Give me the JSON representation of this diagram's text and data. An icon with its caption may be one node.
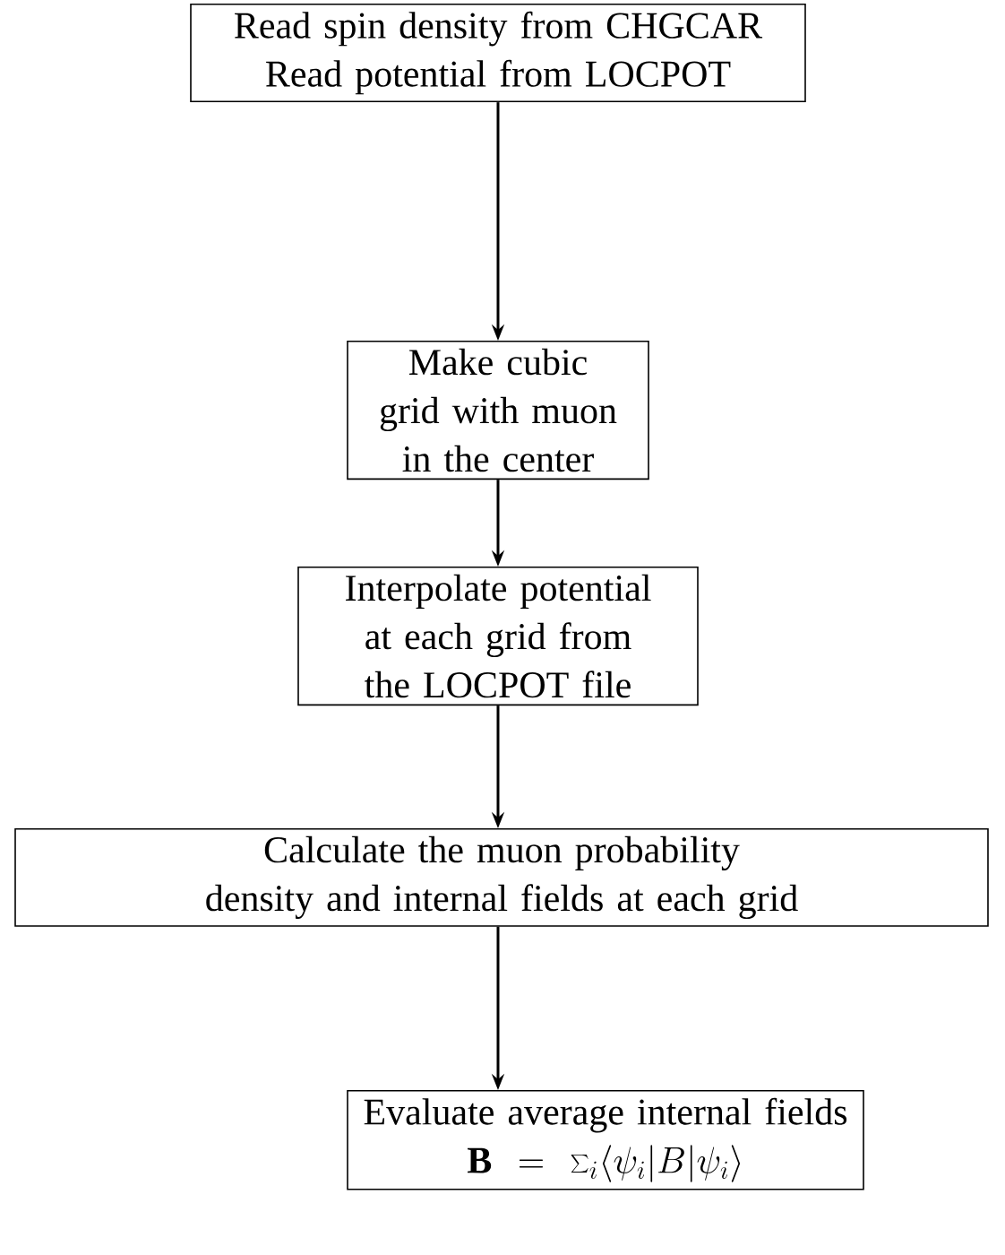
{
  "diagram": {
    "nodes": [
      {
        "text": [
          "Read spin density from CHGCAR",
          "Read potential from LOCPOT"
        ]
      },
      {
        "text": [
          "Make cubic grid with muon in the center"
        ]
      },
      {
        "text": [
          "Interpolate potential at each grid from the LOCPOT file"
        ]
      },
      {
        "text": [
          "Calculate the muon probability density and internal fields at each grid"
        ]
      },
      {
        "text": [
          "Evaluate average internal fields",
          "\\mathbf{B} = \\sum_i \\langle \\psi_i | B | \\psi_i \\rangle"
        ]
      }
    ],
    "edges": [
      {
        "from": 0,
        "to": 1,
        "arrow": "to"
      },
      {
        "from": 1,
        "to": 2,
        "arrow": "to"
      },
      {
        "from": 2,
        "to": 3,
        "arrow": "to"
      },
      {
        "from": 3,
        "to": 4,
        "arrow": "to"
      }
    ]
  }
}
